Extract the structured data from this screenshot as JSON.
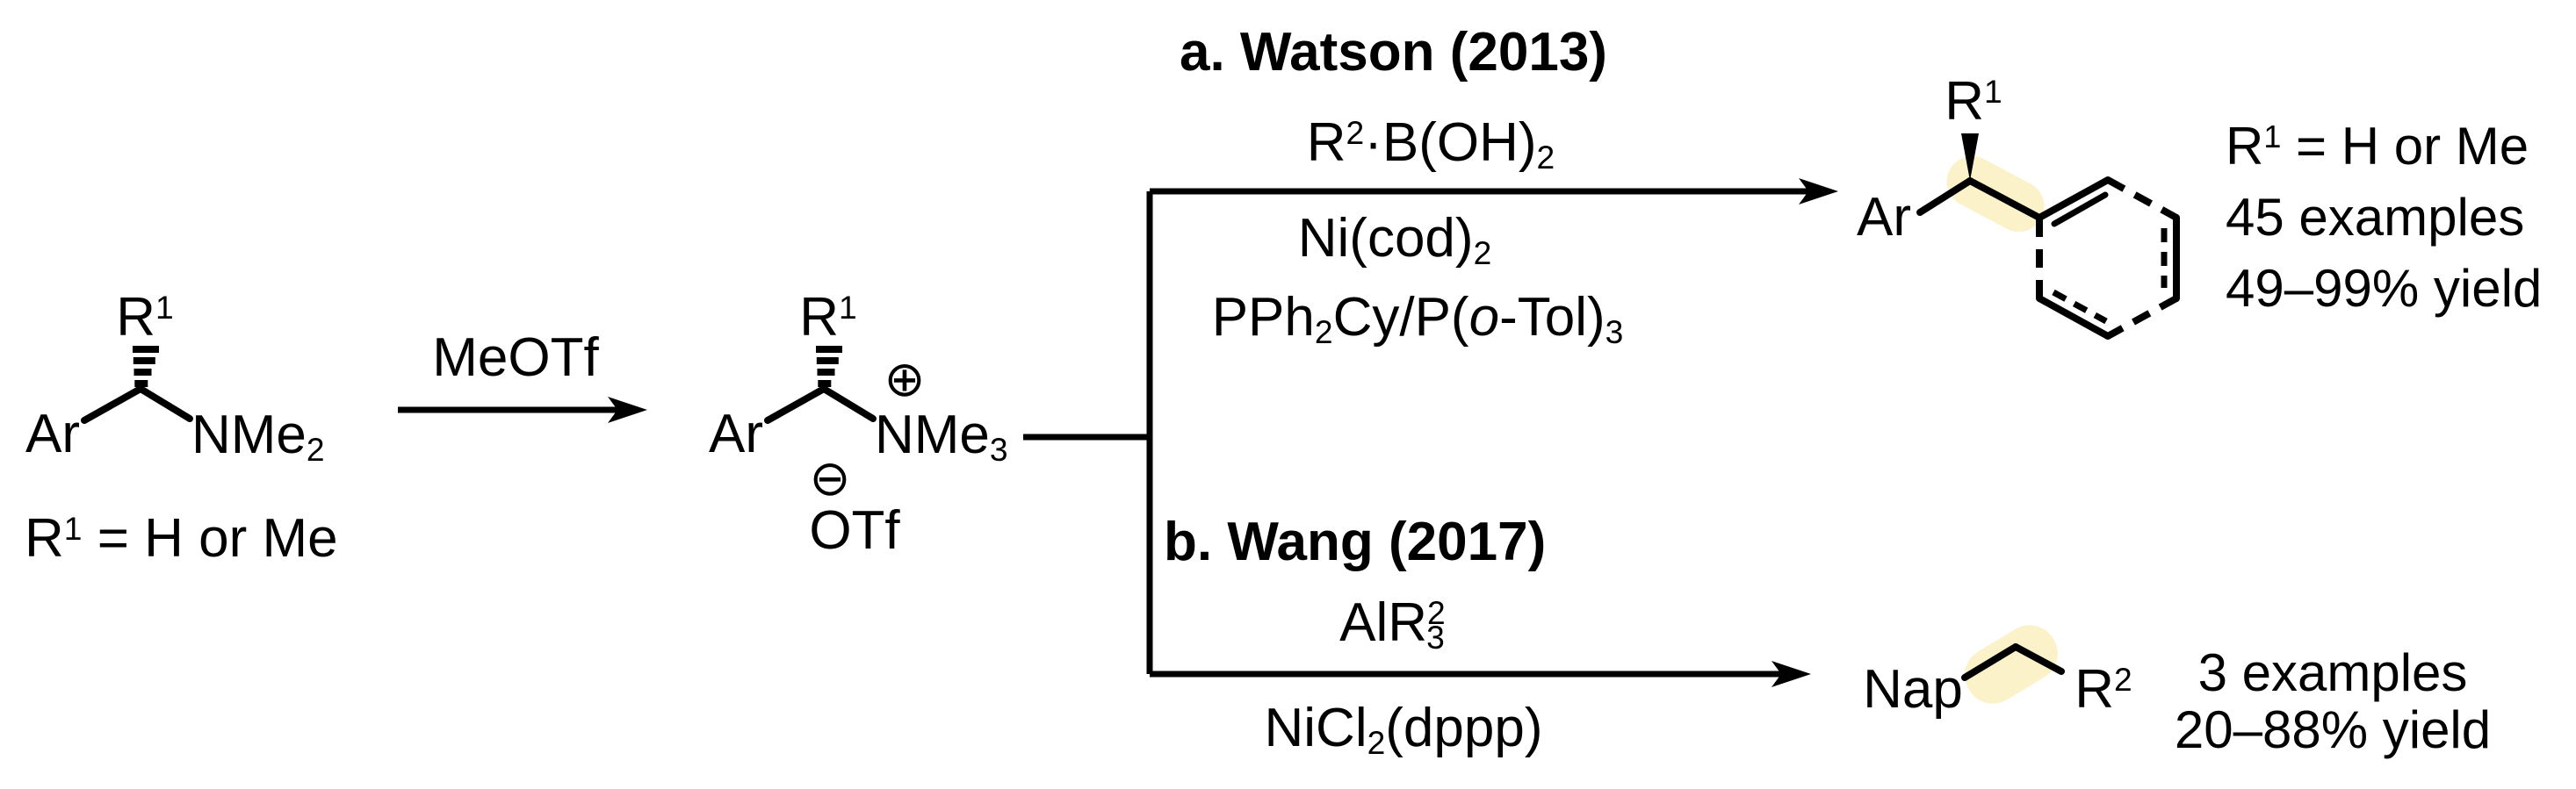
{
  "colors": {
    "ink": "#000000",
    "background": "#ffffff",
    "bond_highlight": "#fbf2c9"
  },
  "reactant": {
    "r1_label": [
      {
        "t": "R"
      },
      {
        "sup": "1"
      }
    ],
    "ar_label": "Ar",
    "amine_label": [
      {
        "t": "NMe"
      },
      {
        "sub": "2"
      }
    ],
    "r1_definition": [
      {
        "t": "R"
      },
      {
        "sup": "1"
      },
      {
        "t": " = H or Me"
      }
    ]
  },
  "methylation": {
    "reagent_label": "MeOTf"
  },
  "ammonium": {
    "r1_label": [
      {
        "t": "R"
      },
      {
        "sup": "1"
      }
    ],
    "ar_label": "Ar",
    "nme3_label": [
      {
        "t": "NMe"
      },
      {
        "sub": "3"
      }
    ],
    "plus_charge": "⊕",
    "minus_charge": "⊖",
    "counterion_label": "OTf"
  },
  "path_a": {
    "title": "a. Watson (2013)",
    "reagent_1": [
      {
        "t": "R"
      },
      {
        "sup": "2"
      },
      {
        "t": "·B(OH)"
      },
      {
        "sub": "2"
      }
    ],
    "reagent_2": [
      {
        "t": "Ni(cod)"
      },
      {
        "sub": "2"
      }
    ],
    "reagent_3": [
      {
        "t": "PPh"
      },
      {
        "sub": "2"
      },
      {
        "t": "Cy/P("
      },
      {
        "i": "o"
      },
      {
        "t": "-Tol)"
      },
      {
        "sub": "3"
      }
    ],
    "product": {
      "r1_label": [
        {
          "t": "R"
        },
        {
          "sup": "1"
        }
      ],
      "ar_label": "Ar"
    },
    "stats": {
      "line_1": [
        {
          "t": "R"
        },
        {
          "sup": "1"
        },
        {
          "t": " = H or Me"
        }
      ],
      "line_2": [
        {
          "t": "45 examples"
        }
      ],
      "line_3": [
        {
          "t": "49–99% yield"
        }
      ]
    }
  },
  "path_b": {
    "title": "b. Wang (2017)",
    "reagent_1": [
      {
        "t": "AlR"
      },
      {
        "sup": "2"
      },
      {
        "sub": "3"
      }
    ],
    "reagent_2": [
      {
        "t": "NiCl"
      },
      {
        "sub": "2"
      },
      {
        "t": "(dppp)"
      }
    ],
    "product": {
      "nap_label": "Nap",
      "r2_label": [
        {
          "t": "R"
        },
        {
          "sup": "2"
        }
      ]
    },
    "stats": {
      "line_1": [
        {
          "t": "3 examples"
        }
      ],
      "line_2": [
        {
          "t": "20–88% yield"
        }
      ]
    }
  }
}
